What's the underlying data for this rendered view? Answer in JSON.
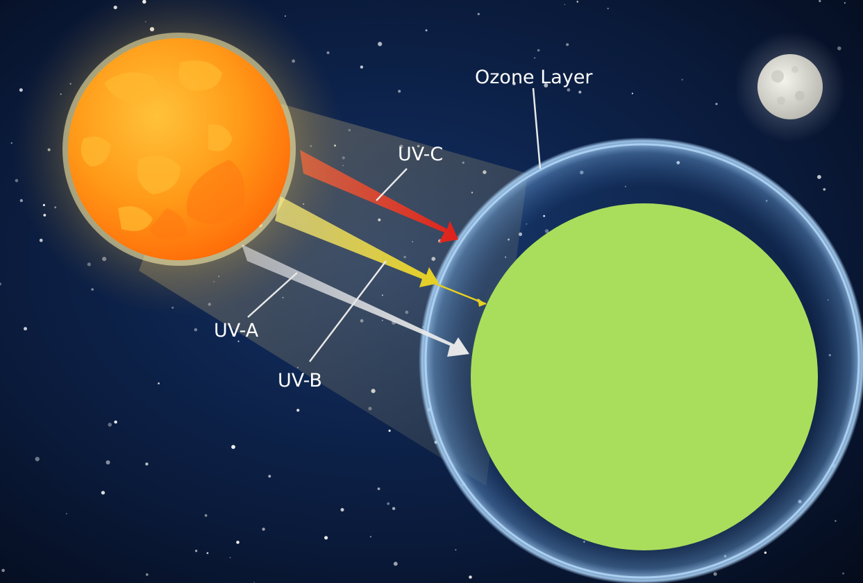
{
  "labels": {
    "ozone": "Ozone Layer",
    "uvc": "UV-C",
    "uvb": "UV-B",
    "uva": "UV-A"
  },
  "colors": {
    "space": "#0b1b3a",
    "sun": "#ff8a10",
    "earth": "#a9de5c",
    "ozone": "#9cc8ee",
    "uvc": "#e22a22",
    "uvb": "#e9dc28",
    "uva": "#e6e6e6"
  },
  "icons": [
    "sun-icon",
    "moon-icon",
    "earth-icon",
    "star-icon"
  ]
}
